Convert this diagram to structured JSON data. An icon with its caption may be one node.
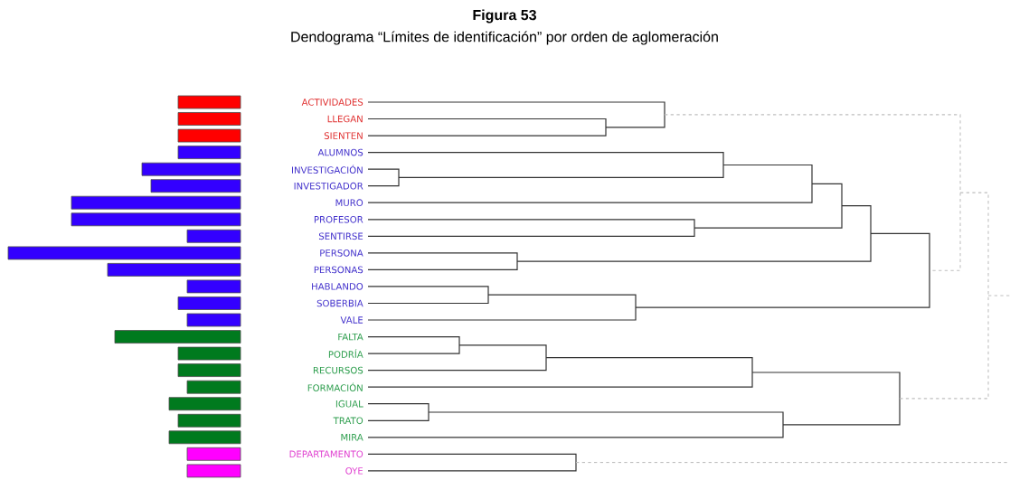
{
  "diagram": {
    "title": "Figura 53",
    "caption": "Dendograma “Límites de identificación” por orden de aglomeración",
    "labels": [
      "ACTIVIDADES",
      "LLEGAN",
      "SIENTEN",
      "ALUMNOS",
      "INVESTIGACIÓN",
      "INVESTIGADOR",
      "MURO",
      "PROFESOR",
      "SENTIRSE",
      "PERSONA",
      "PERSONAS",
      "HABLANDO",
      "SOBERBIA",
      "VALE",
      "FALTA",
      "PODRÍA",
      "RECURSOS",
      "FORMACIÓN",
      "IGUAL",
      "TRATO",
      "MIRA",
      "DEPARTAMENTO",
      "OYE"
    ]
  }
}
